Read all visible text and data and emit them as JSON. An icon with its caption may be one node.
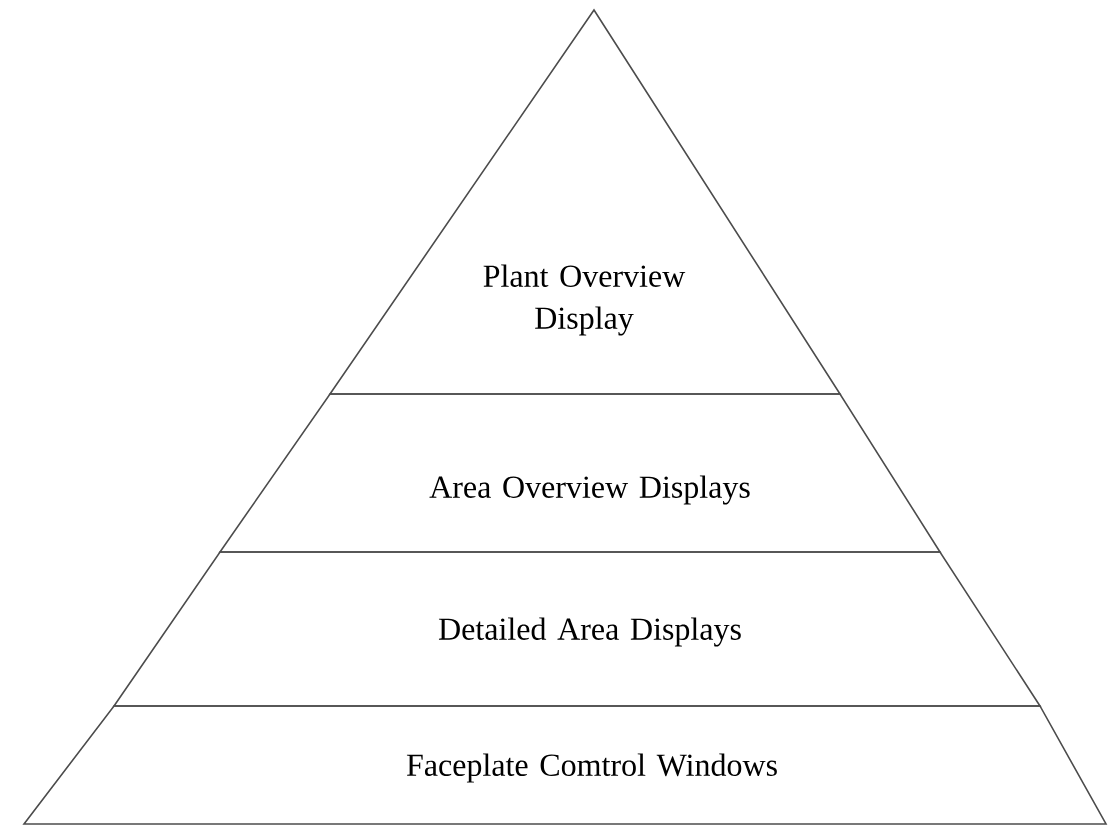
{
  "diagram": {
    "nodes": [
      {
        "text": [
          "Plant Overview Display"
        ]
      },
      {
        "text": [
          "Area Overview Displays"
        ]
      },
      {
        "text": [
          "Detailed Area Displays"
        ]
      },
      {
        "text": [
          "Faceplate Comtrol Windows"
        ]
      }
    ]
  }
}
